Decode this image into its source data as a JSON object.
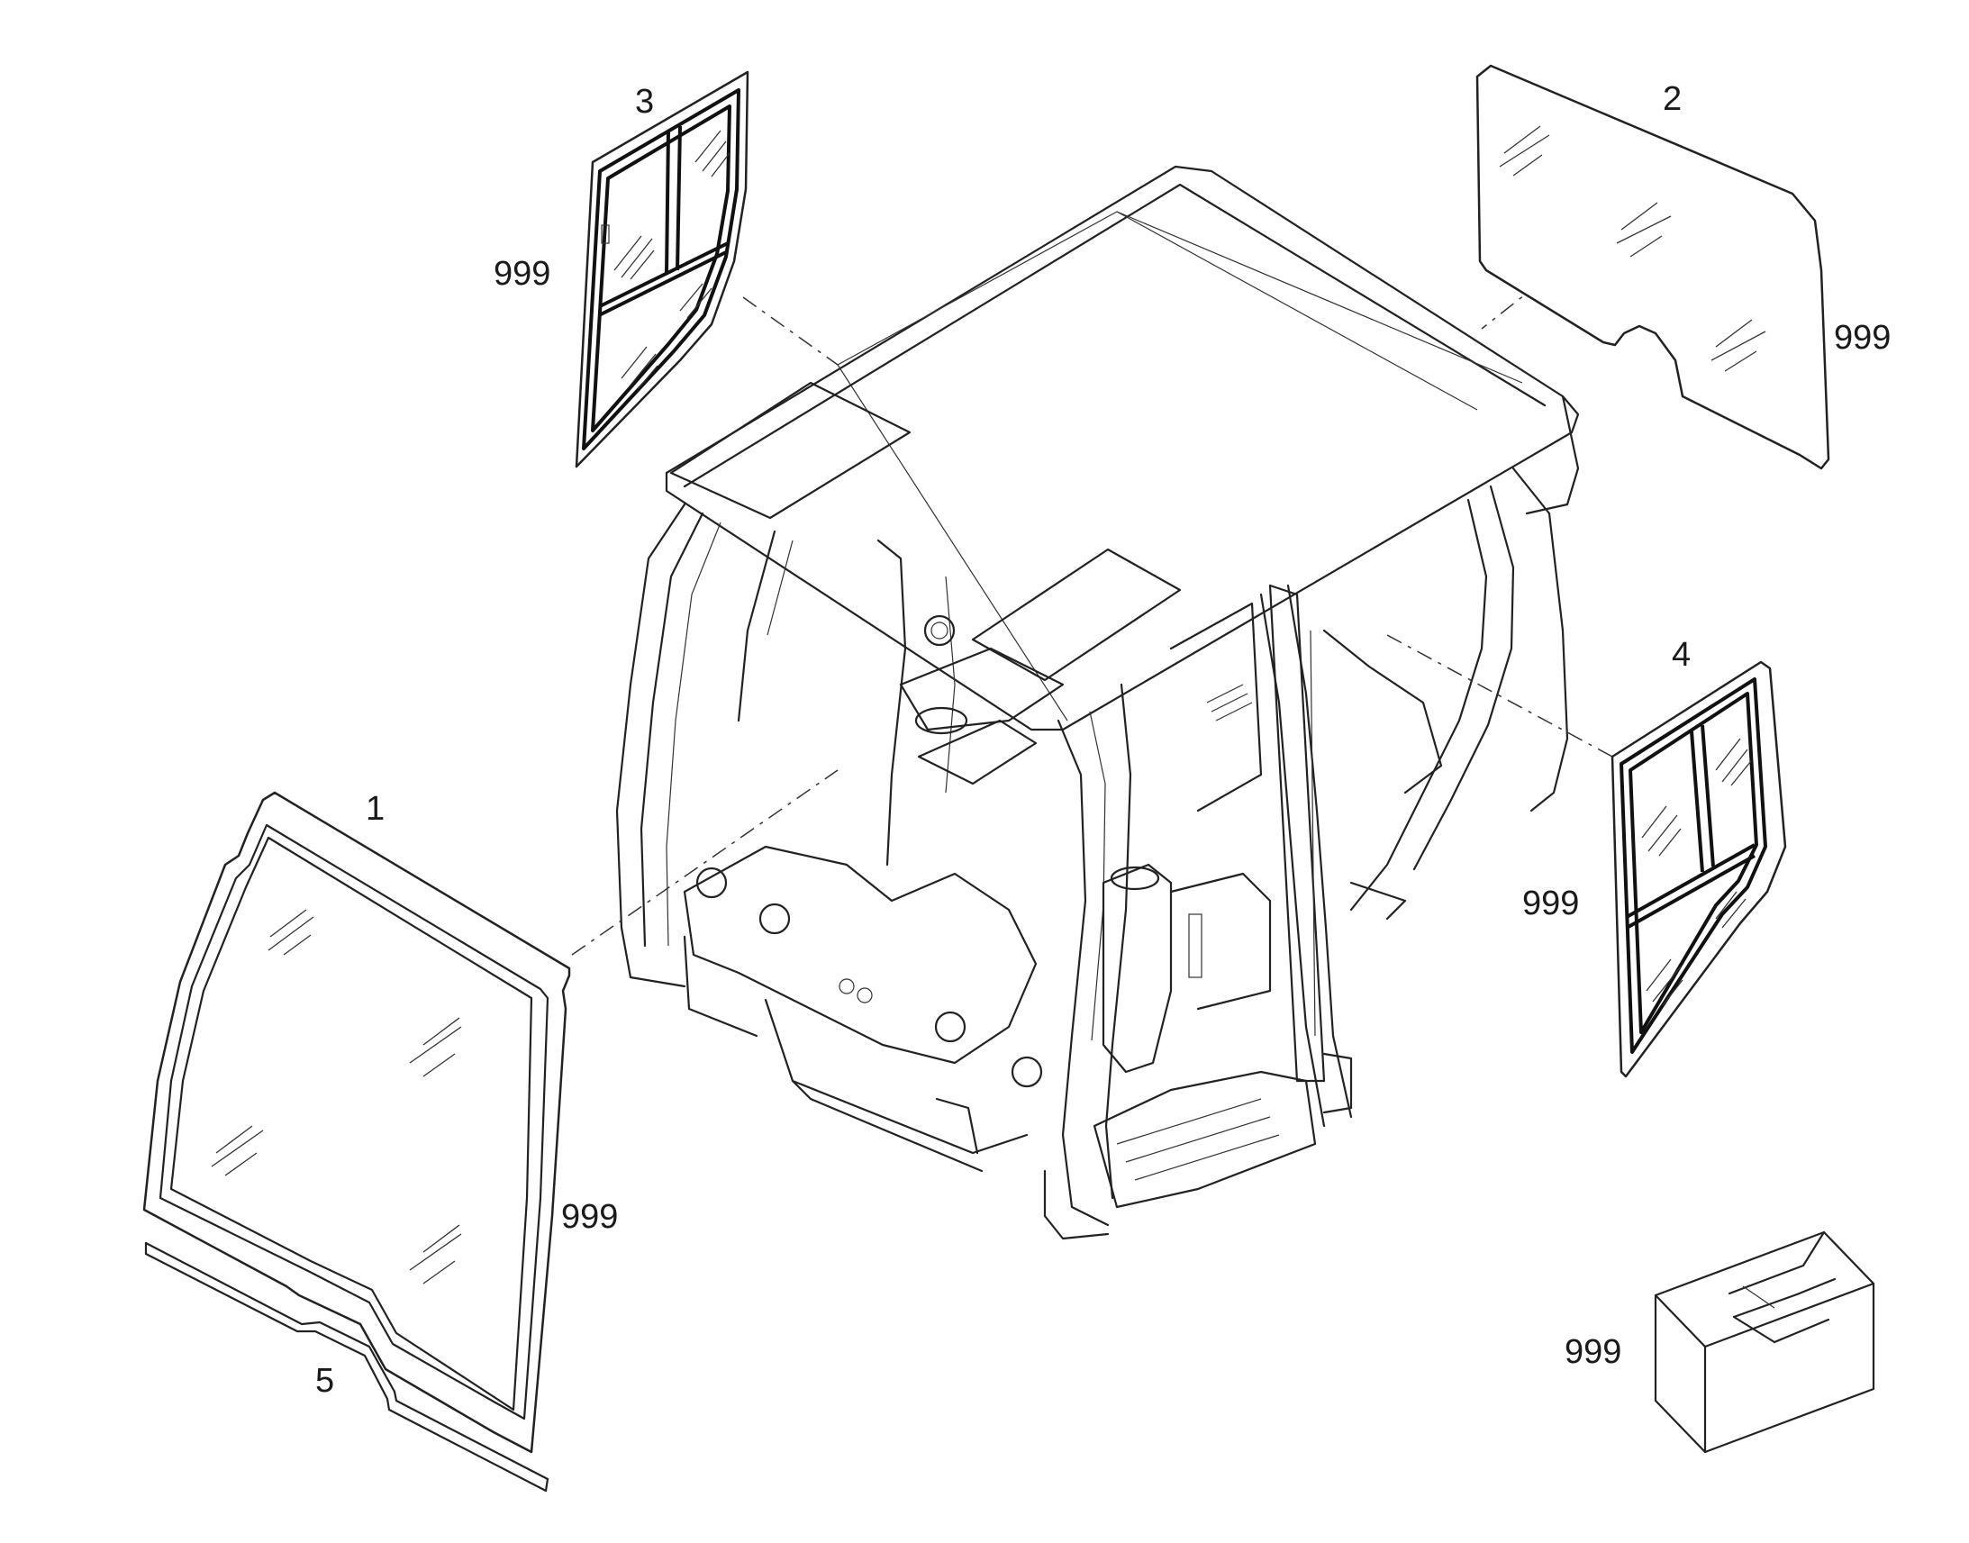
{
  "callouts": {
    "front_windshield": {
      "ref": "1",
      "qty": "999"
    },
    "right_side_glass": {
      "ref": "2",
      "qty": "999"
    },
    "left_door_glass": {
      "ref": "3",
      "qty": "999"
    },
    "right_door_glass": {
      "ref": "4",
      "qty": "999"
    },
    "lower_seal_strip": {
      "ref": "5"
    },
    "kit_box": {
      "qty": "999"
    }
  }
}
